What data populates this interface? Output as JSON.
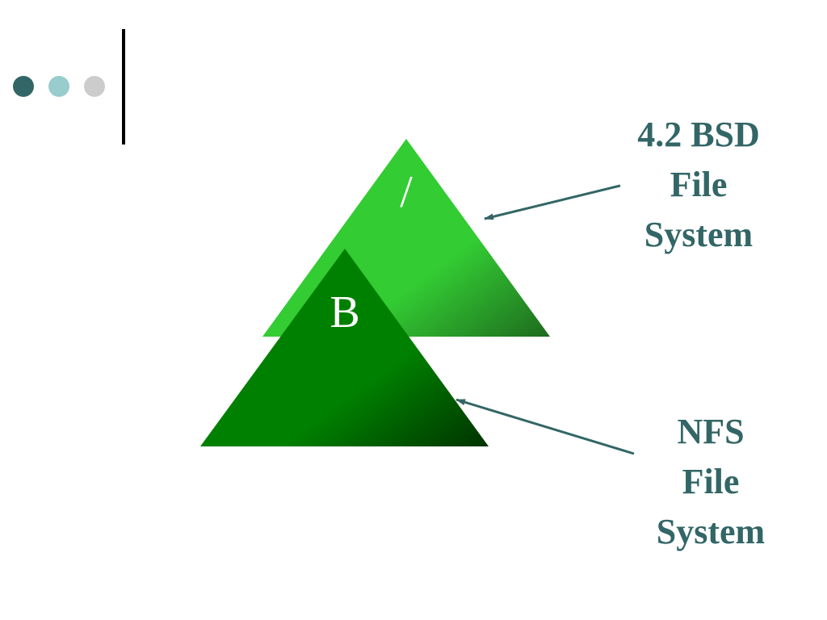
{
  "colors": {
    "dot1": "#336666",
    "dot2": "#99cccc",
    "dot3": "#cccccc",
    "label_text": "#336666",
    "arrow": "#336666",
    "top_triangle_light": "#33cc33",
    "top_triangle_dark": "#1e6b1e",
    "bottom_triangle_light": "#008000",
    "bottom_triangle_dark": "#003300",
    "tree_label": "#ffffff"
  },
  "diagram": {
    "top_tree_label": "/",
    "bottom_tree_label": "B",
    "bsd_label": [
      "4.2 BSD",
      "File",
      "System"
    ],
    "nfs_label": [
      "NFS",
      "File",
      "System"
    ]
  }
}
